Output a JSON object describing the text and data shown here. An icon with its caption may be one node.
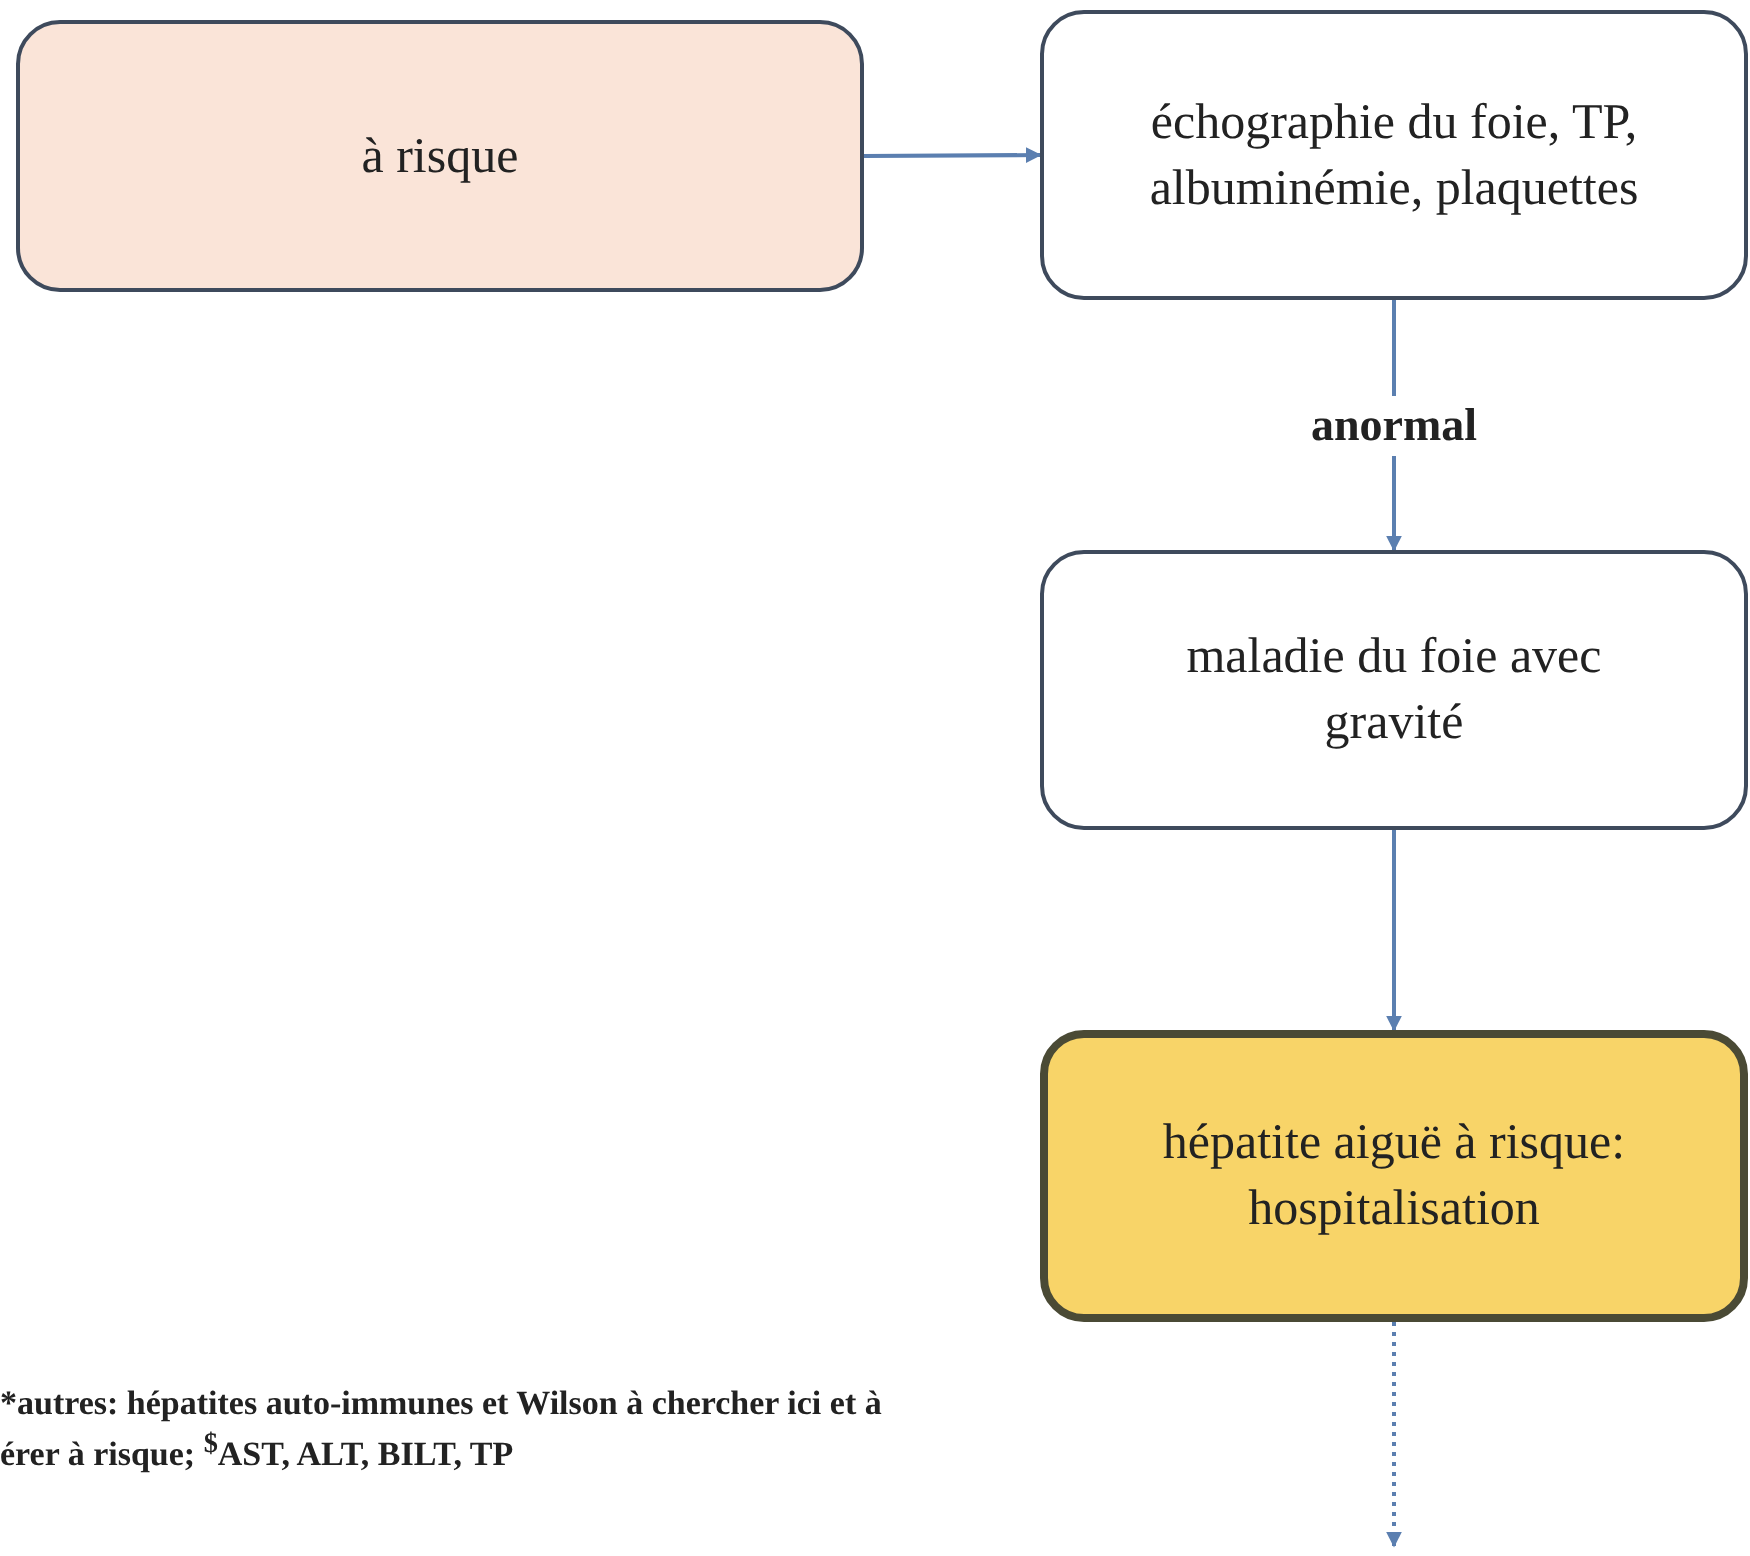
{
  "diagram": {
    "nodes": [
      {
        "text": [
          "à risque"
        ]
      },
      {
        "text": [
          "échographie du foie, TP, albuminémie, plaquettes"
        ]
      },
      {
        "text": [
          "maladie du foie avec gravité"
        ]
      },
      {
        "text": [
          "hépatite aiguë à risque: hospitalisation"
        ]
      }
    ],
    "edges": [
      {
        "from": 0,
        "to": 1,
        "arrow": "to"
      },
      {
        "from": 1,
        "to": 2,
        "arrow": "to",
        "label": "anormal"
      },
      {
        "from": 2,
        "to": 3,
        "arrow": "to"
      },
      {
        "from": 3,
        "to": null,
        "arrow": "to",
        "style": "dashed"
      }
    ],
    "labels": [
      "*autres: hépatites auto-immunes et Wilson à chercher ici et à",
      "érer à risque; $^{$}$AST, ALT, BILT, TP"
    ]
  }
}
